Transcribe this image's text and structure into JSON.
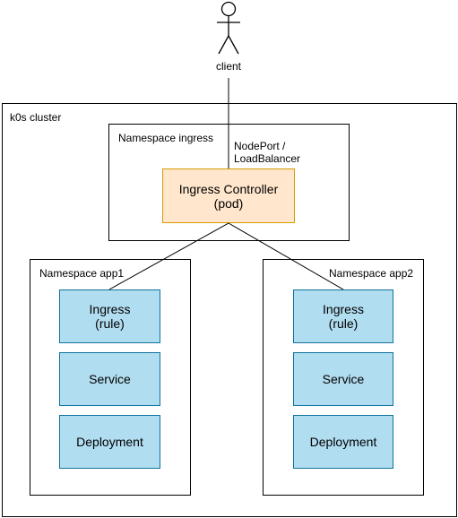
{
  "client": {
    "label": "client",
    "icon": "person-actor-icon"
  },
  "cluster": {
    "label": "k0s cluster"
  },
  "ingress_namespace": {
    "label": "Namespace ingress",
    "edge_label": "NodePort /\nLoadBalancer",
    "controller": "Ingress Controller\n(pod)"
  },
  "namespaces": [
    {
      "label": "Namespace app1",
      "ingress": "Ingress\n(rule)",
      "service": "Service",
      "deployment": "Deployment"
    },
    {
      "label": "Namespace app2",
      "ingress": "Ingress\n(rule)",
      "service": "Service",
      "deployment": "Deployment"
    }
  ],
  "colors": {
    "controller_fill": "#ffe6cc",
    "controller_stroke": "#d79b00",
    "node_fill": "#b1ddf0",
    "node_stroke": "#10739e"
  }
}
